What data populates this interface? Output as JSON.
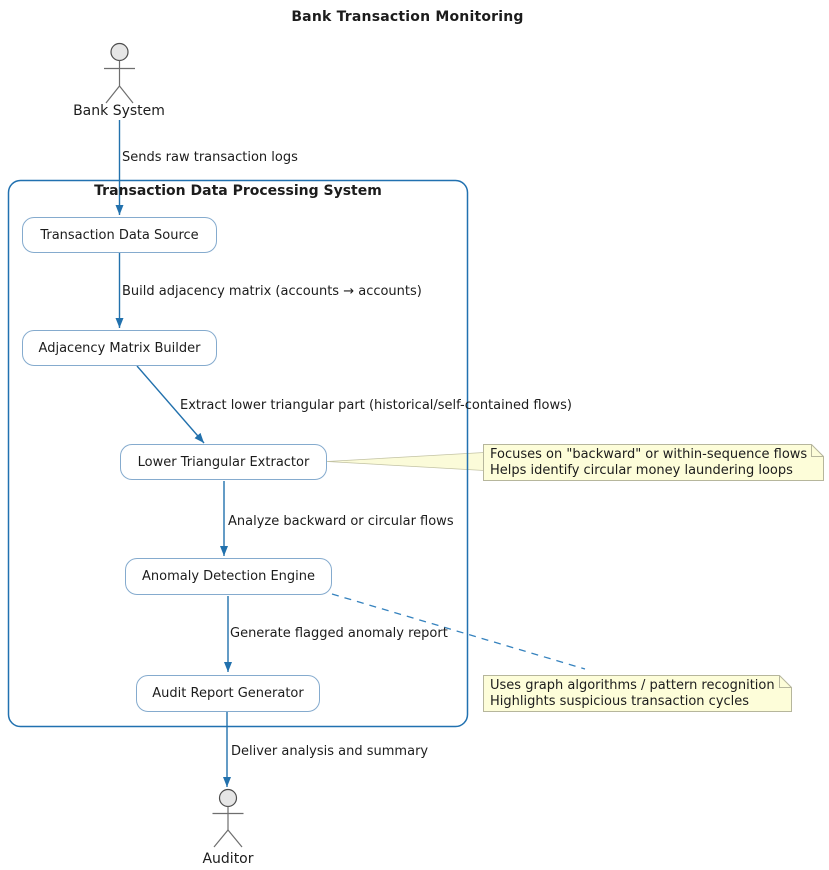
{
  "title": "Bank Transaction Monitoring",
  "actors": {
    "top": {
      "label": "Bank System"
    },
    "bottom": {
      "label": "Auditor"
    }
  },
  "frame": {
    "title": "Transaction Data Processing System"
  },
  "nodes": {
    "source": {
      "label": "Transaction Data Source"
    },
    "adjacency": {
      "label": "Adjacency Matrix Builder"
    },
    "extractor": {
      "label": "Lower Triangular Extractor"
    },
    "anomaly": {
      "label": "Anomaly Detection Engine"
    },
    "audit": {
      "label": "Audit Report Generator"
    }
  },
  "edges": {
    "send_logs": {
      "label": "Sends raw transaction logs"
    },
    "build_matrix": {
      "label": "Build adjacency matrix (accounts → accounts)"
    },
    "extract": {
      "label": "Extract lower triangular part (historical/self-contained flows)"
    },
    "analyze": {
      "label": "Analyze backward or circular flows"
    },
    "generate": {
      "label": "Generate flagged anomaly report"
    },
    "deliver": {
      "label": "Deliver analysis and summary"
    }
  },
  "notes": {
    "extractor_note": {
      "line1": "Focuses on \"backward\" or within-sequence flows",
      "line2": "Helps identify circular money laundering loops"
    },
    "anomaly_note": {
      "line1": "Uses graph algorithms / pattern recognition",
      "line2": "Highlights suspicious transaction cycles"
    }
  },
  "colors": {
    "arrow": "#2271AD",
    "frame_border": "#2171B0",
    "box_border": "#85ABCE",
    "note_bg": "#FDFDD9",
    "note_border": "#B6B69C",
    "text": "#1C1C1C",
    "actor_fill": "#E6E6E6",
    "actor_stroke": "#4D4D4D"
  }
}
